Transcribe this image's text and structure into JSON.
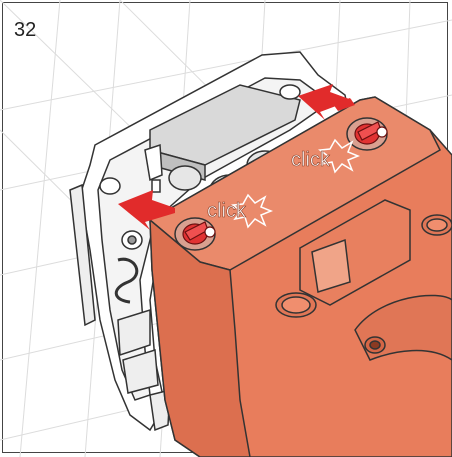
{
  "step": {
    "number": "32"
  },
  "labels": {
    "click_right": "click",
    "click_left": "click"
  },
  "colors": {
    "housing": "#e87d5c",
    "housing_shadow": "#c8603f",
    "arrow": "#e12b2b",
    "pin": "#e13333",
    "line": "#333333",
    "grid": "#dcdcdc"
  }
}
